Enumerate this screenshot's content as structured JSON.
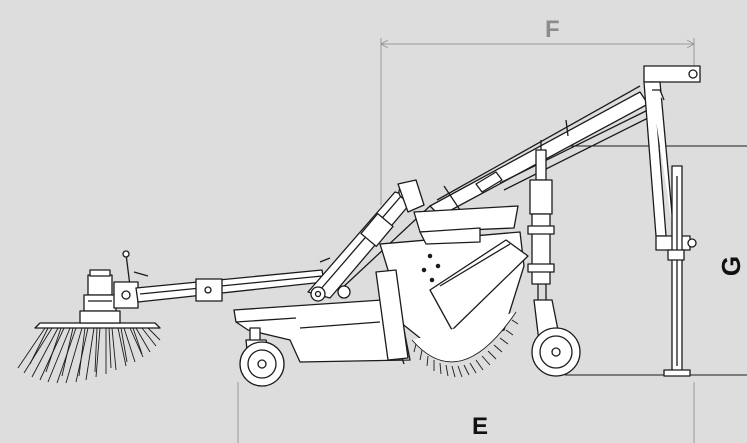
{
  "diagram": {
    "dimension_labels": {
      "F": "F",
      "G": "G",
      "E": "E"
    },
    "colors": {
      "background": "#dddddd",
      "line": "#1b1b1b",
      "dimension_line": "#9a9a9a",
      "label_light": "#8c8c8c",
      "label_dark": "#111111",
      "fill_light": "#ffffff"
    }
  }
}
